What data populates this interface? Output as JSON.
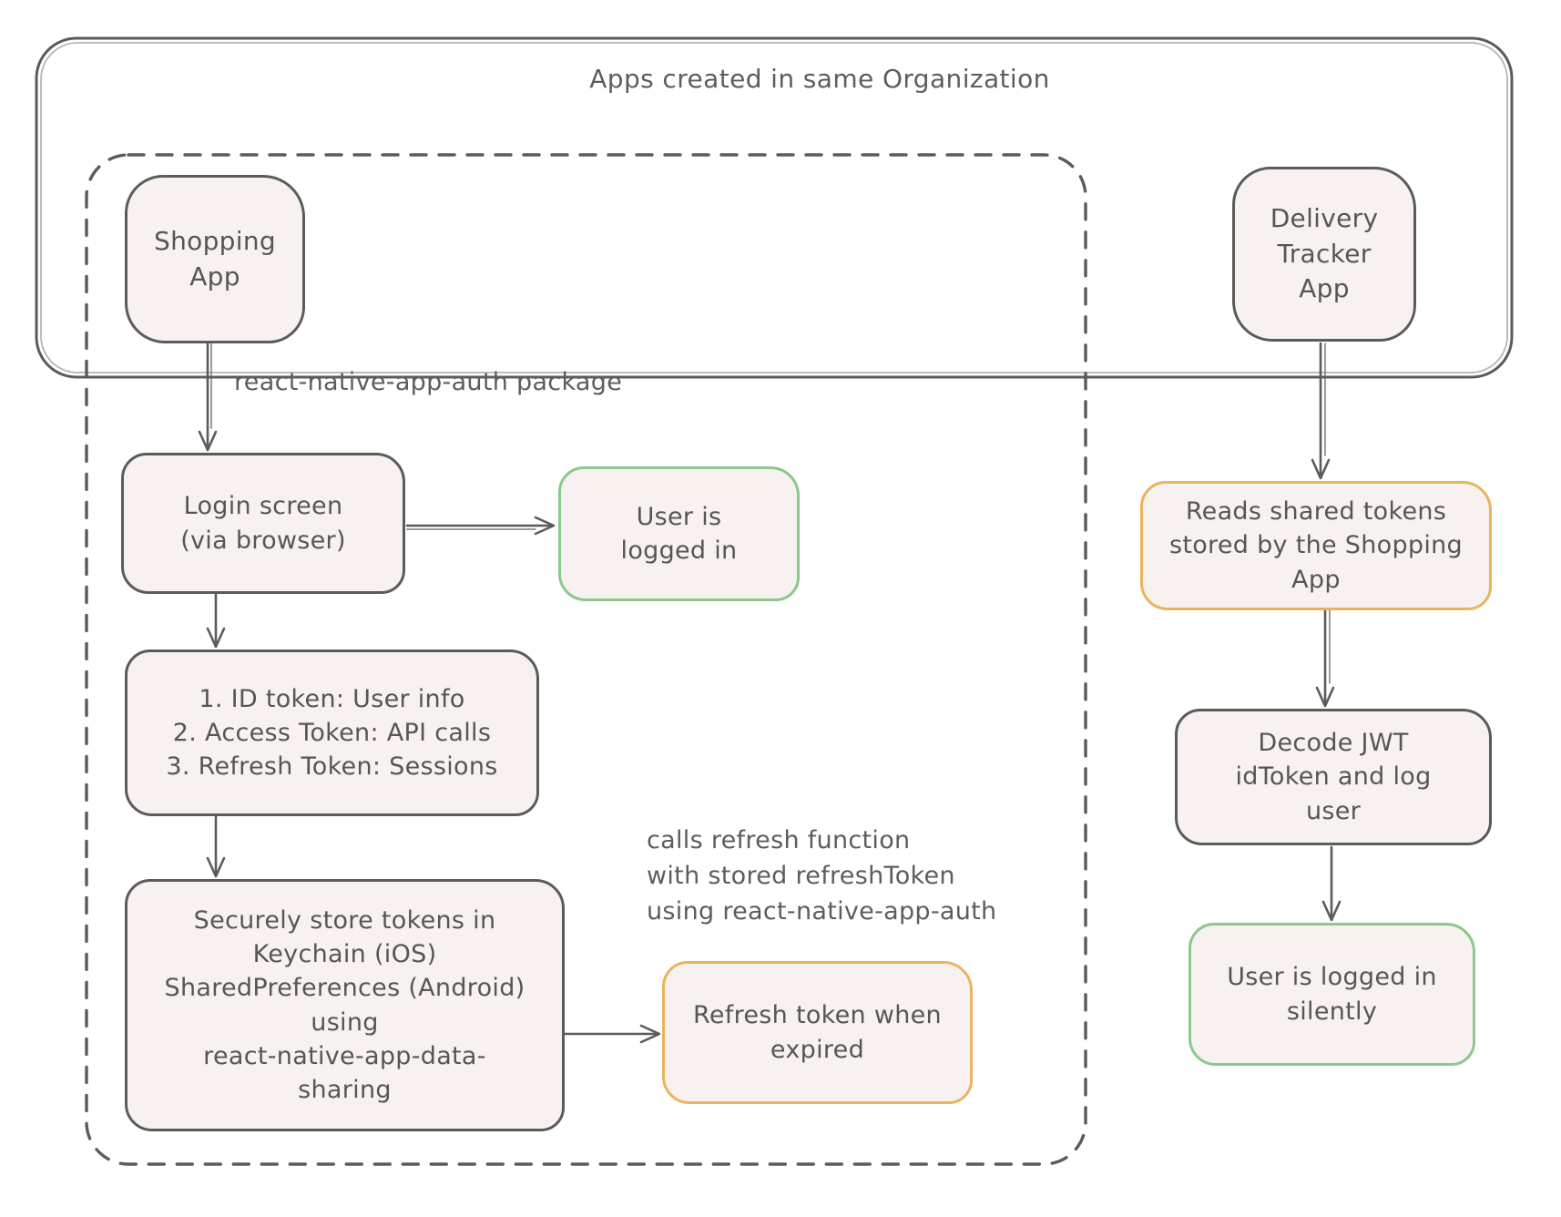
{
  "diagram": {
    "title": "Apps created in same Organization",
    "nodes": {
      "shopping_app": {
        "label": "Shopping\nApp",
        "variant": "neutral"
      },
      "delivery_tracker_app": {
        "label": "Delivery\nTracker\nApp",
        "variant": "neutral"
      },
      "login_screen": {
        "label": "Login screen\n(via browser)",
        "variant": "neutral"
      },
      "user_logged_in": {
        "label": "User is\nlogged in",
        "variant": "success"
      },
      "tokens_received": {
        "label": "1. ID token: User info\n2. Access Token: API calls\n3. Refresh Token: Sessions",
        "variant": "neutral"
      },
      "secure_store": {
        "label": "Securely store tokens in\nKeychain (iOS)\nSharedPreferences (Android)\nusing\nreact-native-app-data-\nsharing",
        "variant": "neutral"
      },
      "refresh_token": {
        "label": "Refresh token when\nexpired",
        "variant": "warning"
      },
      "reads_shared_tokens": {
        "label": "Reads shared tokens\nstored by the Shopping\nApp",
        "variant": "warning"
      },
      "decode_jwt": {
        "label": "Decode JWT\nidToken and log\nuser",
        "variant": "neutral"
      },
      "silent_login": {
        "label": "User is logged in\nsilently",
        "variant": "success"
      }
    },
    "edge_labels": {
      "auth_package": "react-native-app-auth package",
      "refresh_note": "calls refresh function\nwith stored refreshToken\nusing react-native-app-auth"
    },
    "edges": [
      {
        "from": "shopping_app",
        "to": "login_screen",
        "label": "react-native-app-auth package"
      },
      {
        "from": "login_screen",
        "to": "user_logged_in",
        "label": ""
      },
      {
        "from": "login_screen",
        "to": "tokens_received",
        "label": ""
      },
      {
        "from": "tokens_received",
        "to": "secure_store",
        "label": ""
      },
      {
        "from": "secure_store",
        "to": "refresh_token",
        "label": "calls refresh function with stored refreshToken using react-native-app-auth"
      },
      {
        "from": "delivery_tracker_app",
        "to": "reads_shared_tokens",
        "label": ""
      },
      {
        "from": "reads_shared_tokens",
        "to": "decode_jwt",
        "label": ""
      },
      {
        "from": "decode_jwt",
        "to": "silent_login",
        "label": ""
      }
    ],
    "colors": {
      "stroke": "#5b5b5b",
      "text": "#565656",
      "node_fill": "#f7f2f0",
      "success_border": "#8bc88b",
      "warning_border": "#eab45f",
      "background": "#ffffff"
    }
  }
}
